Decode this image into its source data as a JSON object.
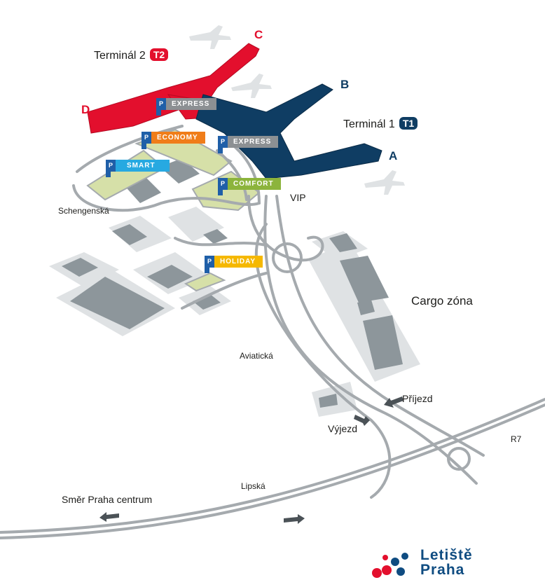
{
  "terminals": {
    "t2": {
      "label": "Terminál 2",
      "badge": "T2",
      "color": "#e30f2d"
    },
    "t1": {
      "label": "Terminál 1",
      "badge": "T1",
      "color": "#0f3d63"
    }
  },
  "piers": {
    "a": "A",
    "b": "B",
    "c": "C",
    "d": "D"
  },
  "parking": [
    {
      "id": "express-t2",
      "label": "EXPRESS",
      "color": "#8c9093"
    },
    {
      "id": "economy",
      "label": "ECONOMY",
      "color": "#f07d19"
    },
    {
      "id": "express-t1",
      "label": "EXPRESS",
      "color": "#8c9093"
    },
    {
      "id": "smart",
      "label": "SMART",
      "color": "#27a9e1"
    },
    {
      "id": "comfort",
      "label": "COMFORT",
      "color": "#8cb43c"
    },
    {
      "id": "holiday",
      "label": "HOLIDAY",
      "color": "#f5b800"
    }
  ],
  "parking_icon": "P",
  "places": {
    "vip": "VIP",
    "schengenska": "Schengenská",
    "cargo": "Cargo zóna",
    "aviaticka": "Aviatická",
    "prijezd": "Příjezd",
    "vyjezd": "Výjezd",
    "r7": "R7",
    "lipska": "Lipská",
    "smer_praha": "Směr Praha centrum"
  },
  "logo": {
    "line1": "Letiště",
    "line2": "Praha"
  },
  "colors": {
    "road": "#a5aaae",
    "building": "#8d969b",
    "area": "#dfe2e4",
    "parking_area": "#d6e0a8",
    "logo": "#0f4c81"
  }
}
